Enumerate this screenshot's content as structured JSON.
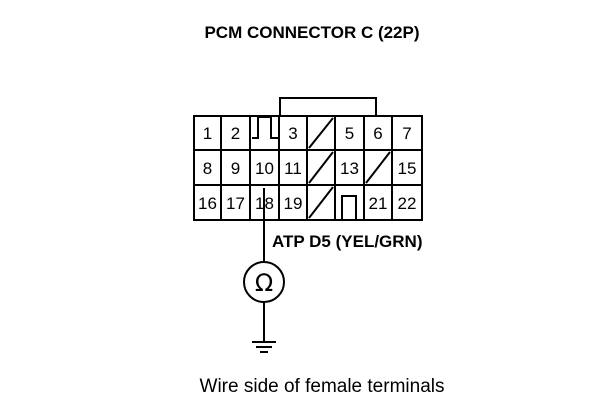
{
  "title": "PCM CONNECTOR C (22P)",
  "connector": {
    "row1": [
      "1",
      "2",
      "3",
      "5",
      "6",
      "7"
    ],
    "row2": [
      "8",
      "9",
      "10",
      "11",
      "13",
      "15"
    ],
    "row3": [
      "16",
      "17",
      "18",
      "19",
      "21",
      "22"
    ]
  },
  "wire_label": "ATP D5 (YEL/GRN)",
  "meter_symbol": "Ω",
  "meter_icon": "ohmmeter-icon",
  "ground_icon": "ground-icon",
  "caption": "Wire side of female terminals"
}
